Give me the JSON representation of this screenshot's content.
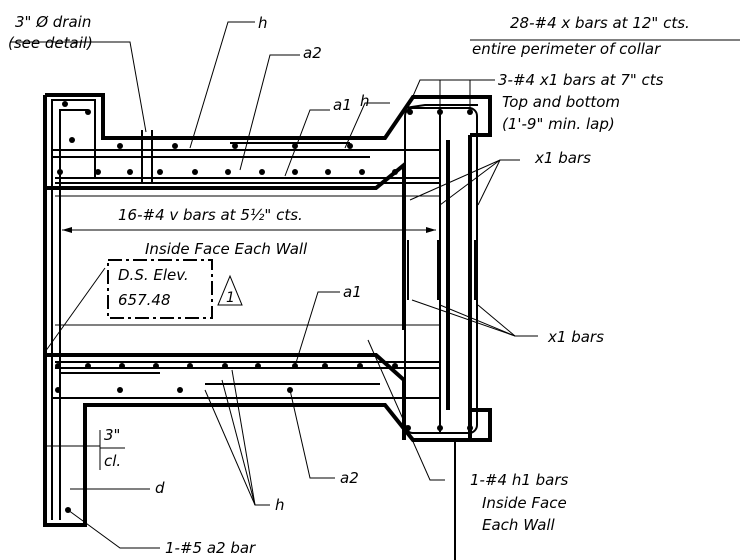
{
  "labels": {
    "drain_l1": "3\" Ø drain",
    "drain_l2": "(see detail)",
    "h_top": "h",
    "a2_top": "a2",
    "a1_top": "a1",
    "h_mid": "h",
    "xbars_l1": "28-#4 x bars at 12\" cts.",
    "xbars_l2": "entire perimeter of collar",
    "x1_l1": "3-#4 x1 bars at 7\" cts",
    "x1_l2": "Top and bottom",
    "x1_l3": "(1'-9\" min. lap)",
    "x1_right_top": "x1 bars",
    "v_bars": "16-#4 v bars at 5½\" cts.",
    "inside_face": "Inside Face Each Wall",
    "ds_elev_l1": "D.S. Elev.",
    "ds_elev_l2": "657.48",
    "rev_tag": "1",
    "a1_low": "a1",
    "x1_right_bot": "x1 bars",
    "clear_l1": "3\"",
    "clear_l2": "cl.",
    "a2_low": "a2",
    "d": "d",
    "h_low": "h",
    "h1_l1": "1-#4 h1 bars",
    "h1_l2": "Inside Face",
    "h1_l3": "Each Wall",
    "a2_bar": "1-#5 a2 bar"
  },
  "colors": {
    "ink": "#000000",
    "paper": "#ffffff"
  }
}
